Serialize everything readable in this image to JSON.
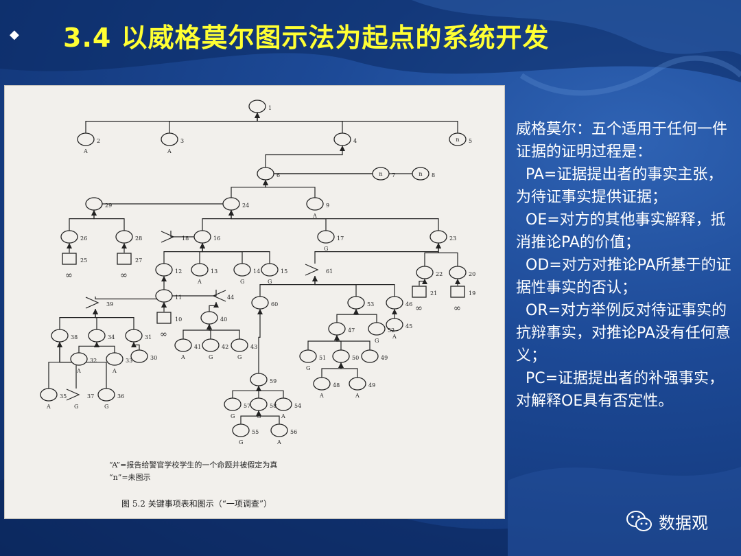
{
  "slide": {
    "bullet": "◆",
    "title": "3.4 以威格莫尔图示法为起点的系统开发",
    "description_lines": [
      "威格莫尔：五个适用于任何一件证据的证明过程是：",
      "  PA=证据提出者的事实主张，为待证事实提供证据；",
      "  OE=对方的其他事实解释，抵消推论PA的价值；",
      "  OD=对方对推论PA所基于的证据性事实的否认；",
      "  OR=对方举例反对待证事实的抗辩事实，对推论PA没有任何意义；",
      "  PC=证据提出者的补强事实，对解释OE具有否定性。"
    ],
    "brand": {
      "name": "数据观",
      "icon": "wechat-icon"
    }
  },
  "figure": {
    "legend": [
      "“A”=报告给警官学校学生的一个命题并被假定为真",
      "“n”=未图示"
    ],
    "caption": "图 5.2    关键事项表和图示（“一项调查”）",
    "infinity": "∞",
    "nodes": [
      {
        "id": "1",
        "label": "1"
      },
      {
        "id": "2",
        "label": "2",
        "tag": "A"
      },
      {
        "id": "3",
        "label": "3",
        "tag": "A"
      },
      {
        "id": "4",
        "label": "4"
      },
      {
        "id": "5",
        "label": "5",
        "inner": "n"
      },
      {
        "id": "6",
        "label": "6"
      },
      {
        "id": "7",
        "label": "7",
        "inner": "n"
      },
      {
        "id": "8",
        "label": "8",
        "inner": "n"
      },
      {
        "id": "29",
        "label": "29"
      },
      {
        "id": "24",
        "label": "24"
      },
      {
        "id": "9",
        "label": "9",
        "tag": "A"
      },
      {
        "id": "26",
        "label": "26"
      },
      {
        "id": "28",
        "label": "28"
      },
      {
        "id": "25",
        "label": "25"
      },
      {
        "id": "27",
        "label": "27"
      },
      {
        "id": "18",
        "label": "18"
      },
      {
        "id": "16",
        "label": "16"
      },
      {
        "id": "17",
        "label": "17",
        "tag": "G"
      },
      {
        "id": "23",
        "label": "23"
      },
      {
        "id": "12",
        "label": "12"
      },
      {
        "id": "13",
        "label": "13",
        "tag": "A"
      },
      {
        "id": "14",
        "label": "14",
        "tag": "G"
      },
      {
        "id": "15",
        "label": "15",
        "tag": "G"
      },
      {
        "id": "61",
        "label": "61"
      },
      {
        "id": "22",
        "label": "22"
      },
      {
        "id": "20",
        "label": "20"
      },
      {
        "id": "21",
        "label": "21"
      },
      {
        "id": "19",
        "label": "19"
      },
      {
        "id": "39",
        "label": "39"
      },
      {
        "id": "11",
        "label": "11"
      },
      {
        "id": "44",
        "label": "44"
      },
      {
        "id": "10",
        "label": "10"
      },
      {
        "id": "40",
        "label": "40"
      },
      {
        "id": "60",
        "label": "60"
      },
      {
        "id": "53",
        "label": "53"
      },
      {
        "id": "46",
        "label": "46"
      },
      {
        "id": "38",
        "label": "38"
      },
      {
        "id": "34",
        "label": "34"
      },
      {
        "id": "31",
        "label": "31"
      },
      {
        "id": "30",
        "label": "30"
      },
      {
        "id": "32",
        "label": "32",
        "tag": "A"
      },
      {
        "id": "33",
        "label": "33",
        "tag": "A"
      },
      {
        "id": "41",
        "label": "41",
        "tag": "A"
      },
      {
        "id": "42",
        "label": "42",
        "tag": "G"
      },
      {
        "id": "43",
        "label": "43",
        "tag": "G"
      },
      {
        "id": "47",
        "label": "47"
      },
      {
        "id": "52",
        "label": "52",
        "tag": "G"
      },
      {
        "id": "45",
        "label": "45",
        "tag": "A"
      },
      {
        "id": "51",
        "label": "51",
        "tag": "G"
      },
      {
        "id": "50",
        "label": "50"
      },
      {
        "id": "49a",
        "label": "49"
      },
      {
        "id": "48",
        "label": "48",
        "tag": "A"
      },
      {
        "id": "49b",
        "label": "49",
        "tag": "A"
      },
      {
        "id": "35",
        "label": "35",
        "tag": "A"
      },
      {
        "id": "37",
        "label": "37",
        "tag": "G"
      },
      {
        "id": "36",
        "label": "36",
        "tag": "G"
      },
      {
        "id": "59",
        "label": "59"
      },
      {
        "id": "57",
        "label": "57",
        "tag": "G"
      },
      {
        "id": "58",
        "label": "58",
        "tag": "G"
      },
      {
        "id": "54",
        "label": "54",
        "tag": "A"
      },
      {
        "id": "55",
        "label": "55",
        "tag": "G"
      },
      {
        "id": "56",
        "label": "56",
        "tag": "A"
      }
    ]
  }
}
